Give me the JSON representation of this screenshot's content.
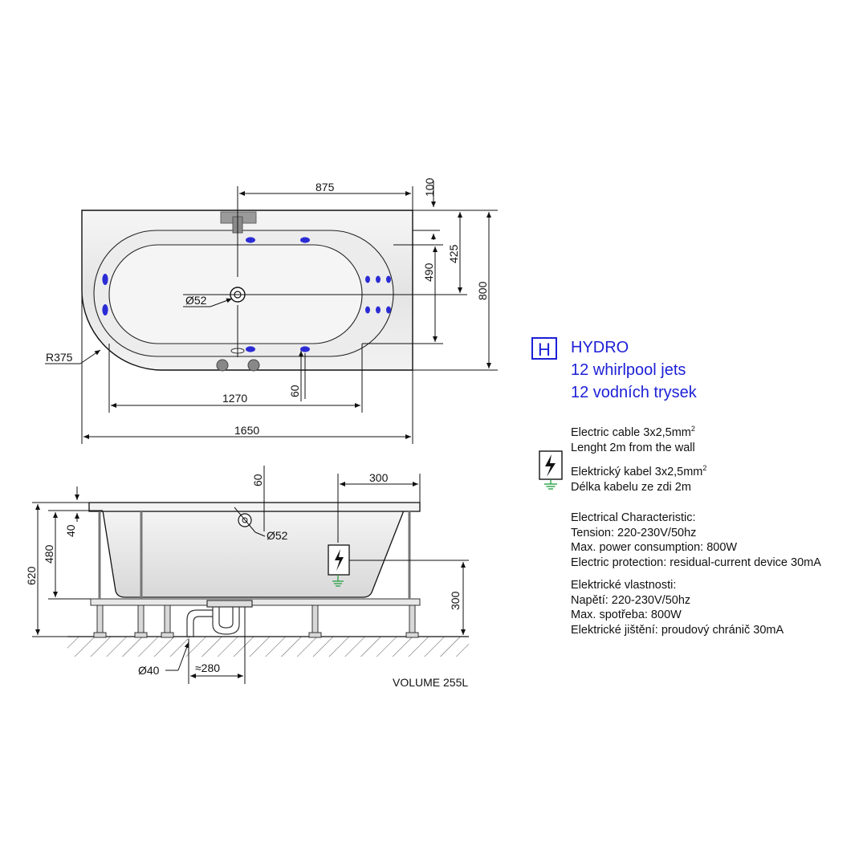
{
  "hydro": {
    "badge": "H",
    "title": "HYDRO",
    "line_en": "12 whirlpool jets",
    "line_cz": "12 vodních trysek"
  },
  "cable": {
    "en_1": "Electric cable 3x2,5mm",
    "en_1_sup": "2",
    "en_2": "Lenght 2m from the wall",
    "cz_1": "Elektrický kabel 3x2,5mm",
    "cz_1_sup": "2",
    "cz_2": "Délka kabelu ze zdi 2m"
  },
  "electrical_en": {
    "heading": "Electrical Characteristic:",
    "tension": "Tension: 220-230V/50hz",
    "power": "Max. power consumption: 800W",
    "protection": "Electric protection: residual-current device 30mA"
  },
  "electrical_cz": {
    "heading": "Elektrické vlastnosti:",
    "tension": "Napětí: 220-230V/50hz",
    "power": "Max. spotřeba: 800W",
    "protection": "Elektrické jištění: proudový chránič 30mA"
  },
  "top_view": {
    "dim_875": "875",
    "dim_100": "100",
    "dim_425": "425",
    "dim_490": "490",
    "dim_800": "800",
    "dim_phi52": "Ø52",
    "dim_r375": "R375",
    "dim_1270": "1270",
    "dim_60": "60",
    "dim_1650": "1650"
  },
  "side_view": {
    "dim_60": "60",
    "dim_300_top": "300",
    "dim_40": "40",
    "dim_480": "480",
    "dim_620": "620",
    "dim_phi52": "Ø52",
    "dim_300_right": "300",
    "dim_phi40": "Ø40",
    "dim_280": "≈280",
    "volume": "VOLUME 255L"
  },
  "colors": {
    "jet": "#2b2bd6",
    "accent_blue": "#1c1fd6",
    "ground_green": "#1a9a3a"
  },
  "icons": [
    "electric-warning-icon",
    "ground-icon",
    "hydro-badge-icon"
  ]
}
